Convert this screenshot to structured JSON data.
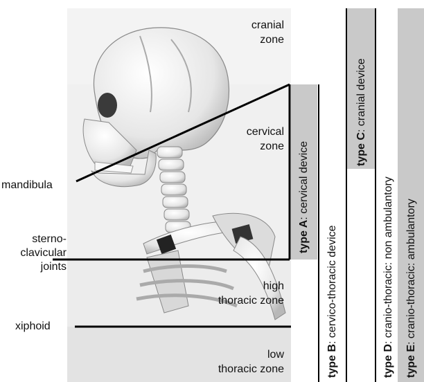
{
  "zones": {
    "cranial": "cranial\nzone",
    "cervical": "cervical\nzone",
    "high_thoracic": "high\nthoracic zone",
    "low_thoracic": "low\nthoracic zone"
  },
  "landmarks": {
    "mandibula": "mandibula",
    "sterno": "sterno-\nclavicular\njoints",
    "xiphoid": "xiphoid"
  },
  "devices": [
    {
      "type": "type A",
      "desc": ": cervical device"
    },
    {
      "type": "type B",
      "desc": ": cervico-thoracic device"
    },
    {
      "type": "type C",
      "desc": ": cranial device"
    },
    {
      "type": "type D",
      "desc": ": cranio-thoracic: non ambulantory"
    },
    {
      "type": "type E",
      "desc": ": cranio-thoracic: ambulantory"
    }
  ],
  "colors": {
    "zone_light": "#f1f1f1",
    "zone_mid": "#ececec",
    "zone_low": "#e2e2e2",
    "bar": "#c9c9c9",
    "line": "#000000"
  }
}
